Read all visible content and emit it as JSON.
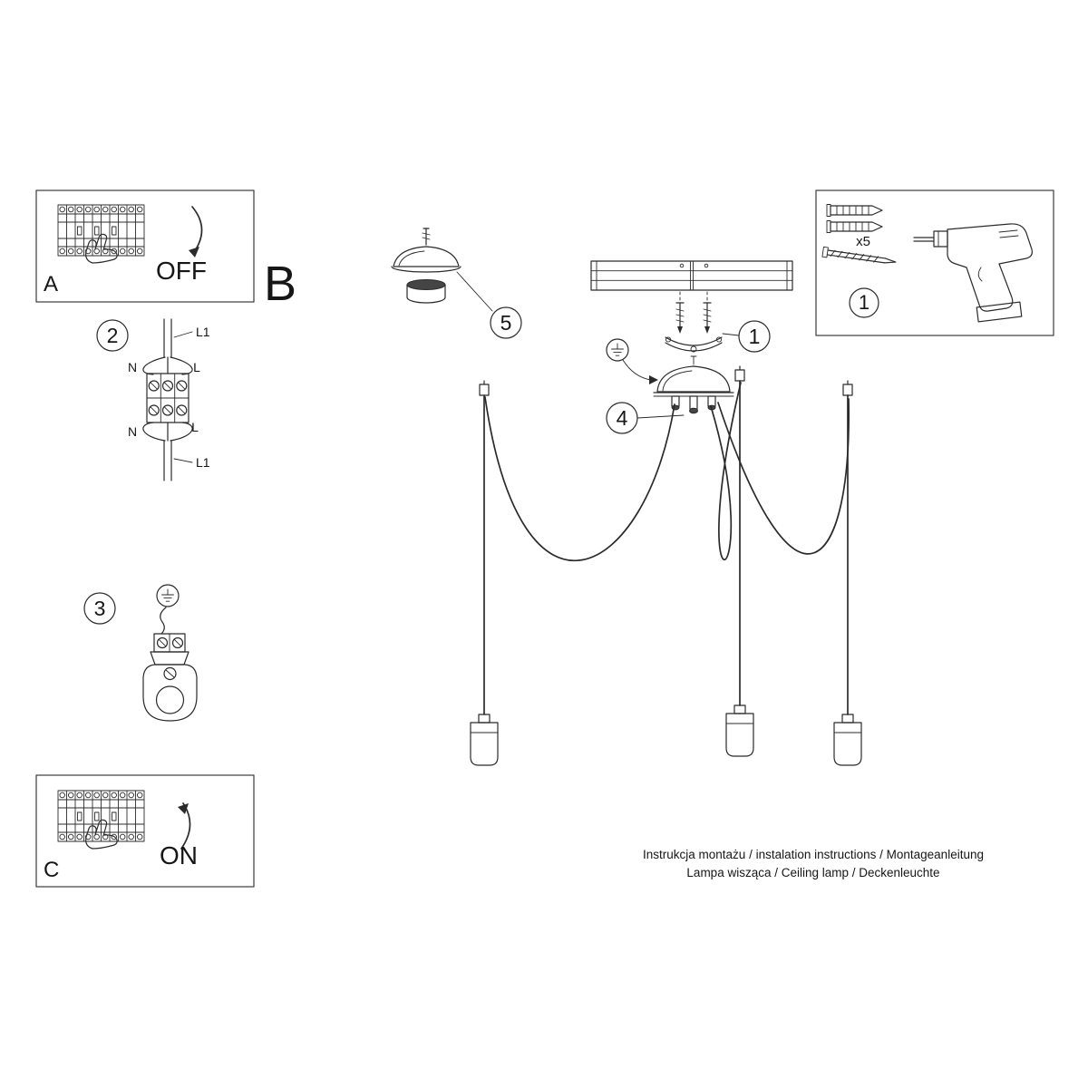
{
  "letters": {
    "a": "A",
    "b": "B",
    "c": "C"
  },
  "switch_states": {
    "off": "OFF",
    "on": "ON"
  },
  "badges": {
    "step1": "1",
    "step2": "2",
    "step3": "3",
    "step4": "4",
    "step5": "5",
    "tools": "1"
  },
  "wiring_labels": {
    "l1_top": "L1",
    "n_top": "N",
    "l_top": "L",
    "n_bottom": "N",
    "l_bottom": "L",
    "l1_bottom": "L1"
  },
  "tools": {
    "anchors_count": "x5"
  },
  "footer": {
    "line1": "Instrukcja montażu / instalation instructions / Montageanleitung",
    "line2": "Lampa wisząca / Ceiling lamp / Deckenleuchte"
  }
}
